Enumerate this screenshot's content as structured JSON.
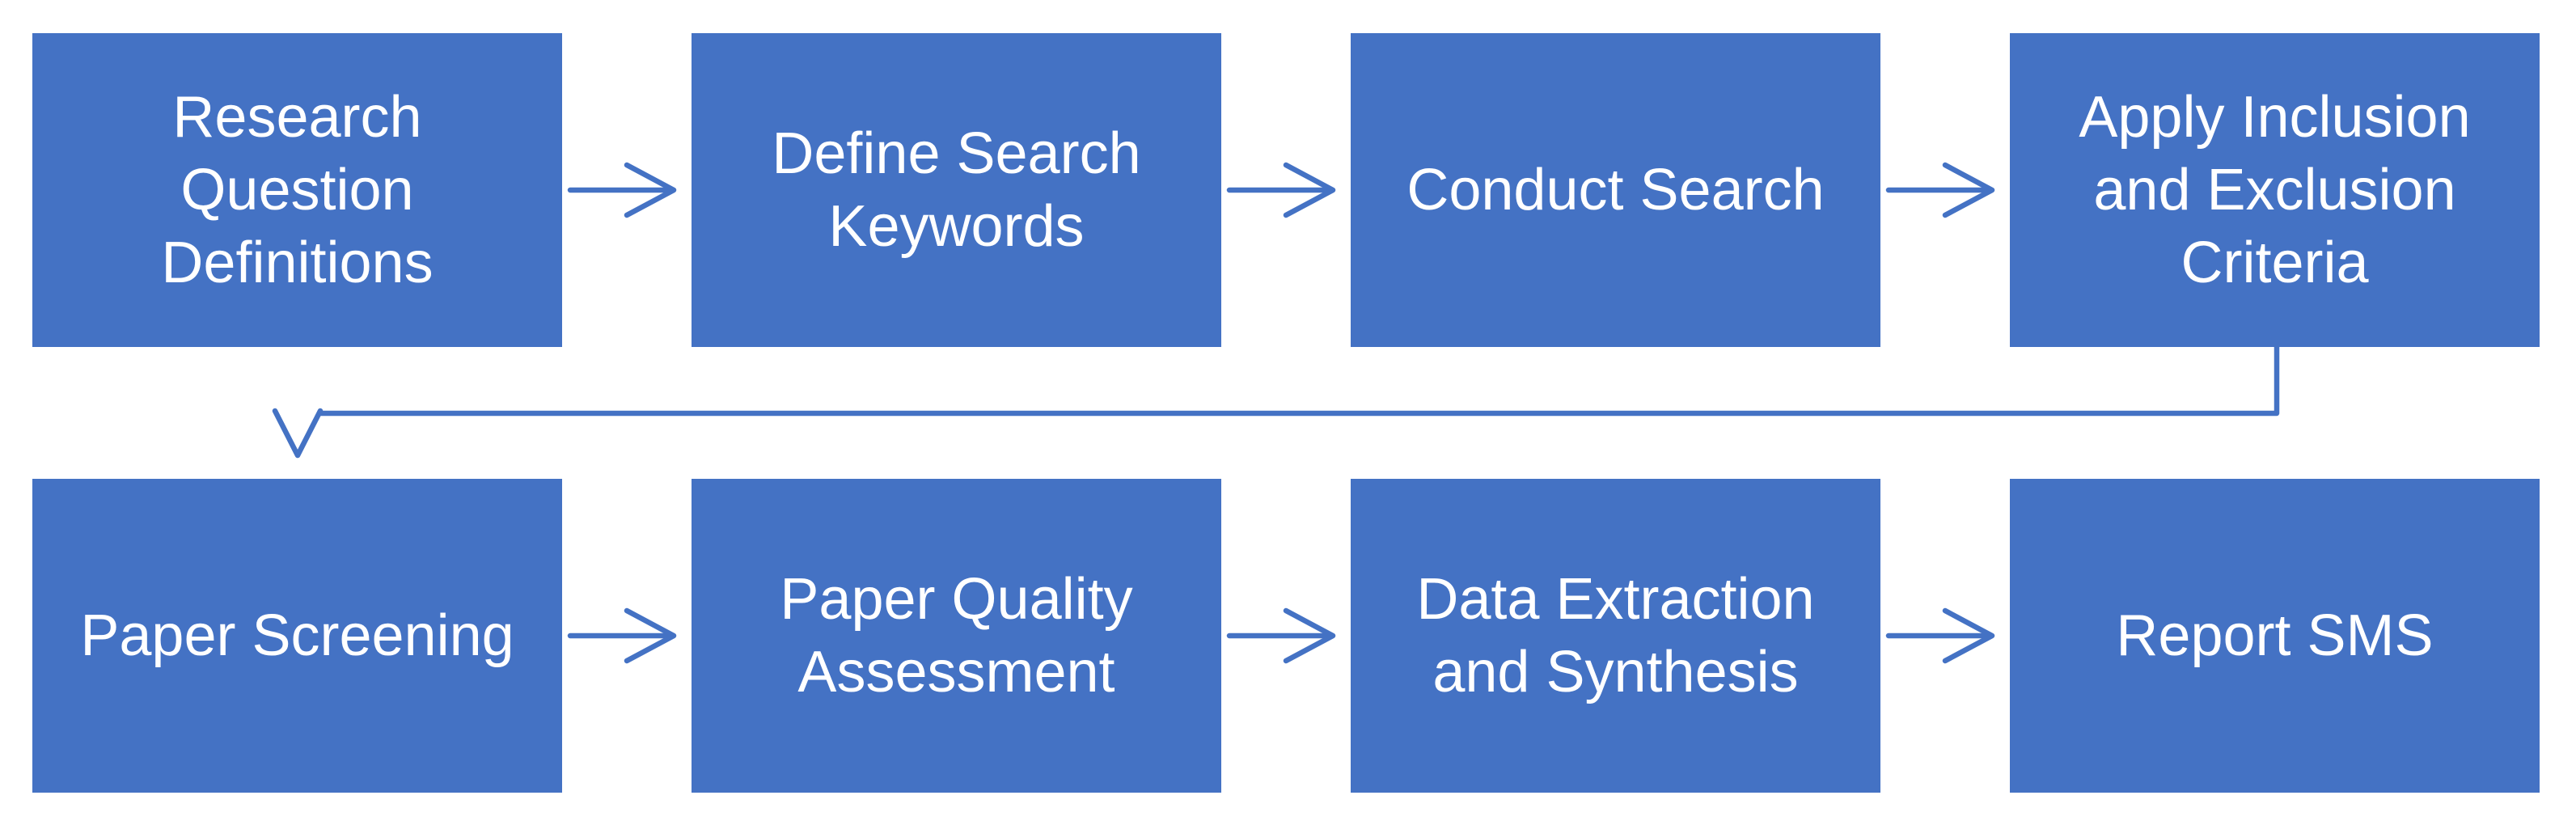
{
  "diagram": {
    "type": "flowchart",
    "description": "Systematic mapping study (SMS) process flow, two rows of four steps connected by arrows",
    "nodes": [
      {
        "step": 1,
        "label": "Research\nQuestion\nDefinitions"
      },
      {
        "step": 2,
        "label": "Define Search\nKeywords"
      },
      {
        "step": 3,
        "label": "Conduct Search"
      },
      {
        "step": 4,
        "label": "Apply Inclusion\nand Exclusion\nCriteria"
      },
      {
        "step": 5,
        "label": "Paper Screening"
      },
      {
        "step": 6,
        "label": "Paper Quality\nAssessment"
      },
      {
        "step": 7,
        "label": "Data Extraction\nand Synthesis"
      },
      {
        "step": 8,
        "label": "Report SMS"
      }
    ],
    "edges": [
      {
        "from": "Research Question Definitions",
        "to": "Define Search Keywords",
        "style": "straight-right-arrow"
      },
      {
        "from": "Define Search Keywords",
        "to": "Conduct Search",
        "style": "straight-right-arrow"
      },
      {
        "from": "Conduct Search",
        "to": "Apply Inclusion and Exclusion Criteria",
        "style": "straight-right-arrow"
      },
      {
        "from": "Apply Inclusion and Exclusion Criteria",
        "to": "Paper Screening",
        "style": "elbow-down-arrow"
      },
      {
        "from": "Paper Screening",
        "to": "Paper Quality Assessment",
        "style": "straight-right-arrow"
      },
      {
        "from": "Paper Quality Assessment",
        "to": "Data Extraction and Synthesis",
        "style": "straight-right-arrow"
      },
      {
        "from": "Data Extraction and Synthesis",
        "to": "Report SMS",
        "style": "straight-right-arrow"
      }
    ]
  },
  "theme": {
    "background": "#FFFFFF",
    "node-fill": "#4472C4",
    "node-text": "#FFFFFF",
    "connector": "#4472C4"
  }
}
